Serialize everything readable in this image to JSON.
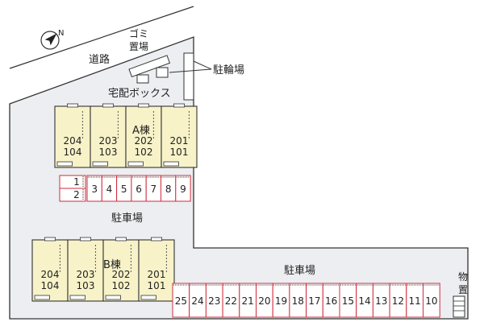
{
  "map": {
    "compass_label": "N",
    "road_label": "道路",
    "garbage_label": [
      "ゴミ",
      "置場"
    ],
    "delivery_box_label": "宅配ボックス",
    "bicycle_label": "駐輪場",
    "storage_label": [
      "物",
      "置"
    ],
    "parking_label_top": "駐車場",
    "parking_label_right": "駐車場",
    "building_a": {
      "name": "A棟",
      "units": [
        {
          "upper": "204",
          "lower": "104"
        },
        {
          "upper": "203",
          "lower": "103"
        },
        {
          "upper": "202",
          "lower": "102"
        },
        {
          "upper": "201",
          "lower": "101"
        }
      ]
    },
    "building_b": {
      "name": "B棟",
      "units": [
        {
          "upper": "204",
          "lower": "104"
        },
        {
          "upper": "203",
          "lower": "103"
        },
        {
          "upper": "202",
          "lower": "102"
        },
        {
          "upper": "201",
          "lower": "101"
        }
      ]
    },
    "parking_top_left": [
      "1",
      "2"
    ],
    "parking_top_row": [
      "3",
      "4",
      "5",
      "6",
      "7",
      "8",
      "9"
    ],
    "parking_bottom_row": [
      "25",
      "24",
      "23",
      "22",
      "21",
      "20",
      "19",
      "18",
      "17",
      "16",
      "15",
      "14",
      "13",
      "12",
      "11",
      "10"
    ],
    "colors": {
      "site": "#eceef1",
      "building": "#f7f2c8",
      "parking_line": "#d12c3c",
      "outline": "#333333"
    }
  }
}
